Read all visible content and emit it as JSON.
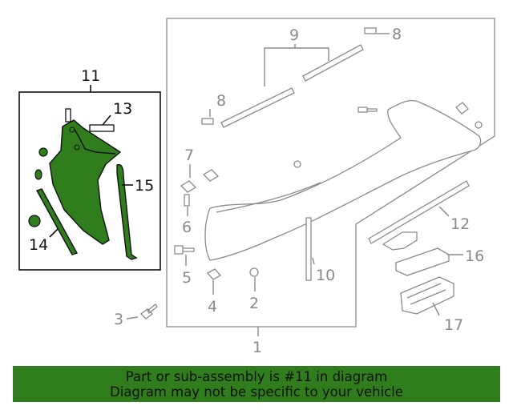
{
  "callouts": {
    "c1": "1",
    "c2": "2",
    "c3": "3",
    "c4": "4",
    "c5": "5",
    "c6": "6",
    "c7": "7",
    "c8a": "8",
    "c8b": "8",
    "c9": "9",
    "c10": "10",
    "c11": "11",
    "c12": "12",
    "c13": "13",
    "c14": "14",
    "c15": "15",
    "c16": "16",
    "c17": "17"
  },
  "notice": {
    "line1": "Part or sub-assembly is #11 in diagram",
    "line2": "Diagram may not be specific to your vehicle"
  },
  "colors": {
    "highlight": "#2f7d1c",
    "line_gray": "#8a8a8a",
    "line_dark": "#111111"
  },
  "highlighted_part": "11"
}
